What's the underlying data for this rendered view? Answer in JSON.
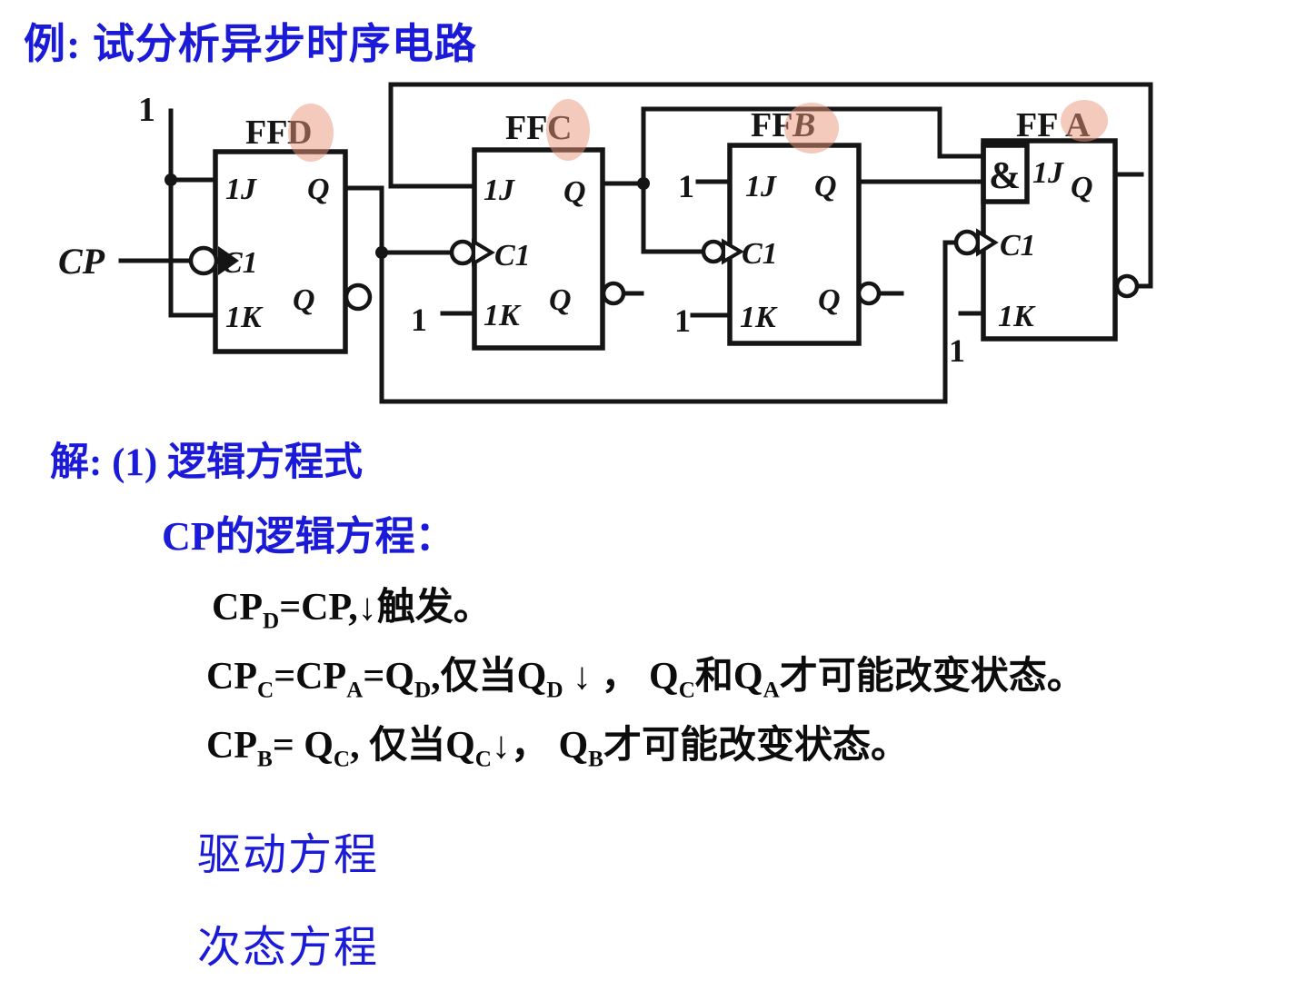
{
  "slide": {
    "title": "例: 试分析异步时序电路",
    "section1": "解: (1) 逻辑方程式",
    "subsection": "CP的逻辑方程：",
    "equations": {
      "cpd": [
        {
          "t": "CP"
        },
        {
          "s": "D"
        },
        {
          "t": "=CP,↓触发。"
        }
      ],
      "cpc": [
        {
          "t": "CP"
        },
        {
          "s": "C"
        },
        {
          "t": "=CP"
        },
        {
          "s": "A"
        },
        {
          "t": "=Q"
        },
        {
          "s": "D"
        },
        {
          "t": ",仅当Q"
        },
        {
          "s": "D"
        },
        {
          "t": " ↓ ， Q"
        },
        {
          "s": "C"
        },
        {
          "t": "和Q"
        },
        {
          "s": "A"
        },
        {
          "t": "才可能改变状态。"
        }
      ],
      "cpb": [
        {
          "t": "CP"
        },
        {
          "s": "B"
        },
        {
          "t": "= Q"
        },
        {
          "s": "C"
        },
        {
          "t": ", 仅当Q"
        },
        {
          "s": "C"
        },
        {
          "t": "↓， Q"
        },
        {
          "s": "B"
        },
        {
          "t": "才可能改变状态。"
        }
      ]
    },
    "label_driving": "驱动方程",
    "label_next_state": "次态方程"
  },
  "circuit": {
    "cp": "CP",
    "one": "1",
    "amp": "&",
    "port_j": "1J",
    "port_c": "C1",
    "port_k": "1K",
    "port_q": "Q",
    "ff": [
      {
        "pre": "FF",
        "ltr": "D"
      },
      {
        "pre": "FF",
        "ltr": "C"
      },
      {
        "pre": "FF",
        "ltr": "B"
      },
      {
        "pre": "FF",
        "ltr": "A"
      }
    ]
  },
  "colors": {
    "accent_blue": "#1a1ad8",
    "ink": "#151515",
    "highlight_pink": "#e8967a"
  }
}
